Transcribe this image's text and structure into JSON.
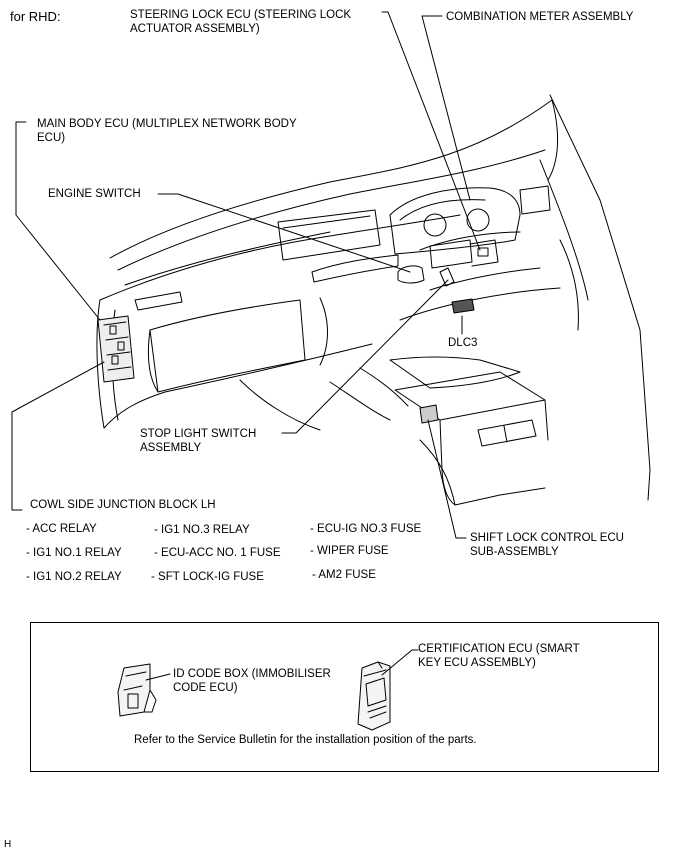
{
  "header": {
    "variant": "for RHD:"
  },
  "labels": {
    "steering_lock_ecu": "STEERING LOCK ECU (STEERING LOCK\nACTUATOR ASSEMBLY)",
    "combination_meter": "COMBINATION METER ASSEMBLY",
    "main_body_ecu": "MAIN BODY ECU (MULTIPLEX NETWORK BODY\nECU)",
    "engine_switch": "ENGINE SWITCH",
    "dlc3": "DLC3",
    "stop_light_switch": "STOP LIGHT SWITCH\nASSEMBLY",
    "cowl_side_junction_block": "COWL SIDE JUNCTION BLOCK LH",
    "shift_lock_control_ecu": "SHIFT LOCK CONTROL ECU\nSUB-ASSEMBLY"
  },
  "junction_block_contents": {
    "col1": [
      "- ACC RELAY",
      "- IG1 NO.1 RELAY",
      "- IG1 NO.2 RELAY"
    ],
    "col2": [
      "- IG1 NO.3 RELAY",
      "- ECU-ACC NO. 1 FUSE",
      "- SFT LOCK-IG FUSE"
    ],
    "col3": [
      "- ECU-IG NO.3 FUSE",
      "- WIPER FUSE",
      "- AM2 FUSE"
    ]
  },
  "inset": {
    "id_code_box": "ID CODE BOX (IMMOBILISER\nCODE ECU)",
    "certification_ecu": "CERTIFICATION ECU (SMART\nKEY ECU ASSEMBLY)",
    "note": "Refer to the Service Bulletin for the installation position of the parts."
  },
  "footer": {
    "code": "H"
  }
}
